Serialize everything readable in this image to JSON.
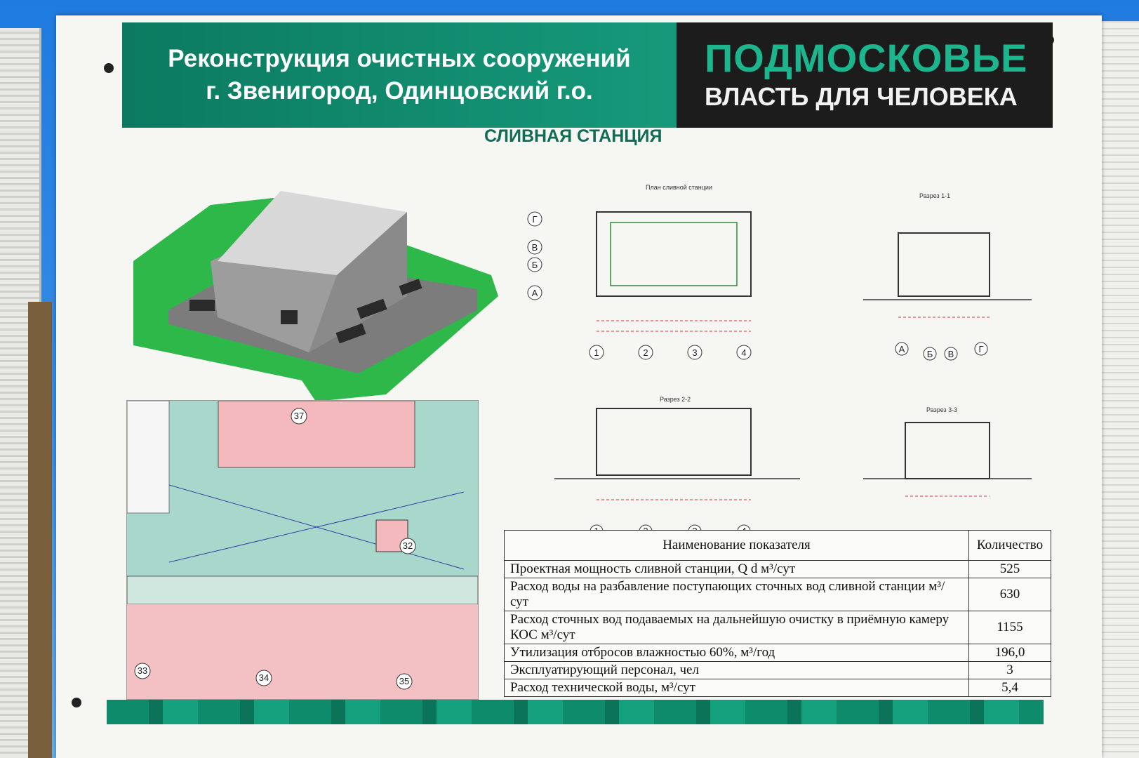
{
  "header": {
    "title_line1": "Реконструкция очистных сооружений",
    "title_line2": "г. Звенигород, Одинцовский г.о.",
    "brand_main": "ПОДМОСКОВЬЕ",
    "brand_sub": "ВЛАСТЬ ДЛЯ ЧЕЛОВЕКА"
  },
  "subtitle": "СЛИВНАЯ СТАНЦИЯ",
  "drawings": {
    "plan_title": "План сливной станции",
    "section_1": "Разрез 1-1",
    "section_2": "Разрез 2-2",
    "section_3": "Разрез 3-3",
    "plan_axes_numbers": [
      "1",
      "2",
      "3",
      "4"
    ],
    "plan_axes_letters": [
      "Г",
      "В",
      "Б",
      "А"
    ],
    "section_axes_letters": [
      "А",
      "Б",
      "В",
      "Г"
    ]
  },
  "map": {
    "labels": [
      "37",
      "32",
      "33",
      "34",
      "35"
    ]
  },
  "table": {
    "header_name": "Наименование показателя",
    "header_value": "Количество",
    "rows": [
      {
        "name": "Проектная мощность сливной станции, Q d м³/сут",
        "value": "525"
      },
      {
        "name": "Расход воды на разбавление поступающих сточных вод сливной станции м³/сут",
        "value": "630"
      },
      {
        "name": "Расход сточных вод подаваемых на дальнейшую очистку в приёмную камеру КОС м³/сут",
        "value": "1155"
      },
      {
        "name": "Утилизация отбросов влажностью 60%, м³/год",
        "value": "196,0"
      },
      {
        "name": "Эксплуатирующий персонал, чел",
        "value": "3"
      },
      {
        "name": "Расход технической воды, м³/сут",
        "value": "5,4"
      }
    ]
  },
  "colors": {
    "header_green": "#0b7a60",
    "brand_green": "#1db58e",
    "lawn_green": "#2fb84a",
    "map_pink": "#f0bcc0",
    "map_teal": "#9fd3c9"
  }
}
